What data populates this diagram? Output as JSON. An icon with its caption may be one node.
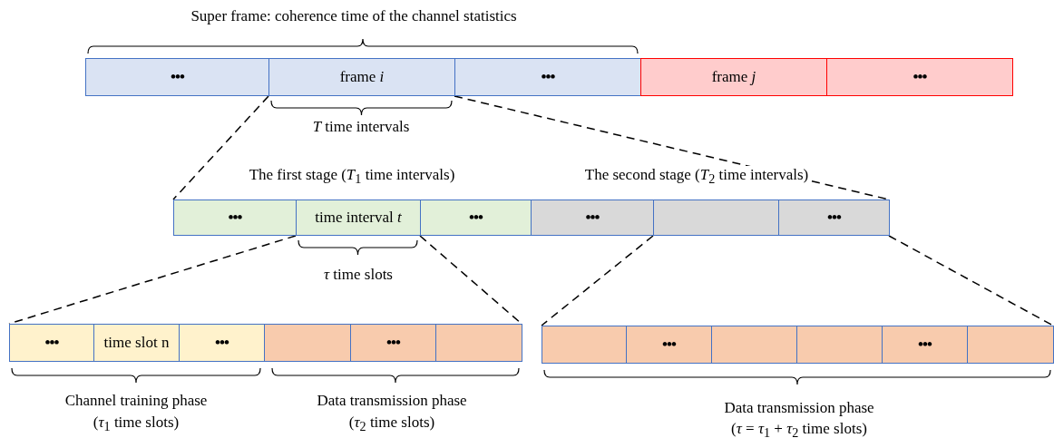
{
  "diagram": {
    "nodes": [
      {
        "text": [
          "•••"
        ]
      },
      {
        "text": [
          "frame *i*"
        ]
      },
      {
        "text": [
          "•••"
        ]
      },
      {
        "text": [
          "frame *j*"
        ]
      },
      {
        "text": [
          "•••"
        ]
      },
      {
        "text": [
          "•••"
        ]
      },
      {
        "text": [
          "time interval *t*"
        ]
      },
      {
        "text": [
          "•••"
        ]
      },
      {
        "text": [
          "•••"
        ]
      },
      {
        "text": [],
        "shape": "box"
      },
      {
        "text": [
          "•••"
        ]
      },
      {
        "text": [
          "•••"
        ]
      },
      {
        "text": [
          "time slot n"
        ]
      },
      {
        "text": [
          "•••"
        ]
      },
      {
        "text": [],
        "shape": "box"
      },
      {
        "text": [
          "•••"
        ]
      },
      {
        "text": [],
        "shape": "box"
      },
      {
        "text": [],
        "shape": "box"
      },
      {
        "text": [
          "•••"
        ]
      },
      {
        "text": [],
        "shape": "box"
      },
      {
        "text": [],
        "shape": "box"
      },
      {
        "text": [
          "•••"
        ]
      },
      {
        "text": [],
        "shape": "box"
      }
    ],
    "edges": [
      {
        "from": 1,
        "to": 5,
        "arrow": "none",
        "style": "dashed"
      },
      {
        "from": 1,
        "to": 10,
        "arrow": "none",
        "style": "dashed"
      },
      {
        "from": 6,
        "to": 11,
        "arrow": "none",
        "style": "dashed"
      },
      {
        "from": 6,
        "to": 16,
        "arrow": "none",
        "style": "dashed"
      },
      {
        "from": 9,
        "to": 17,
        "arrow": "none",
        "style": "dashed"
      },
      {
        "from": 10,
        "to": 22,
        "arrow": "none",
        "style": "dashed"
      }
    ],
    "labels": [
      "Super frame: coherence time of the channel statistics",
      "*T* time intervals",
      "The first stage (*T*$_{1}$ time intervals)",
      "The second stage (*T*$_{2}$ time intervals)",
      "*τ* time slots",
      "Channel training phase",
      "(*τ*$_{1}$ time slots)",
      "Data transmission phase",
      "(*τ*$_{2}$ time slots)",
      "Data transmission phase",
      "(*τ* = *τ*$_{1}$ + *τ*$_{2}$ time slots)"
    ]
  }
}
